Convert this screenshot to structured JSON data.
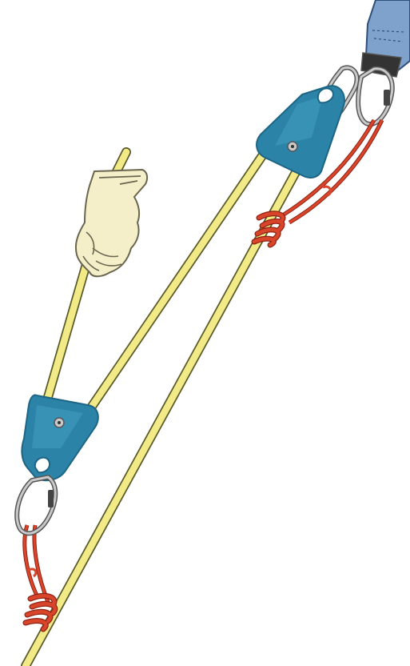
{
  "diagram": {
    "elements": [
      "anchor-sling",
      "anchor-carabiner",
      "top-pulley",
      "top-prusik-loop",
      "top-prusik-knot",
      "hauling-rope",
      "gloved-hand",
      "lower-pulley",
      "lower-carabiner",
      "lower-prusik-loop",
      "lower-prusik-knot"
    ]
  },
  "colors": {
    "rope": "#f2ea86",
    "rope_outline": "#5a5a2a",
    "pulley": "#2b83a8",
    "pulley_dark": "#1d6584",
    "pulley_light": "#4aa3c6",
    "cord": "#d9452b",
    "cord_dark": "#8f2314",
    "carabiner": "#c9c9c9",
    "carabiner_dark": "#555555",
    "glove": "#f4efc8",
    "glove_outline": "#6b6650",
    "sling": "#7fa2cc",
    "sling_dark": "#2f4f7a"
  }
}
